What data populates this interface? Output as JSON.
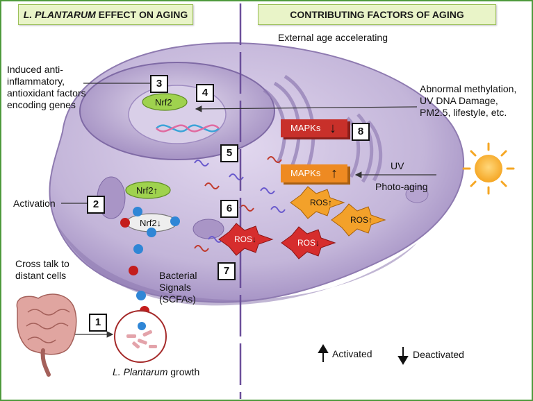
{
  "left_header": {
    "em": "L. PLANTARUM",
    "rest": " EFFECT ON AGING"
  },
  "right_header": "CONTRIBUTING FACTORS OF AGING",
  "external_age": "External age accelerating",
  "induced": [
    "Induced anti-",
    "inflammatory,",
    "antioxidant factors",
    "encoding genes"
  ],
  "abnormal": [
    "Abnormal methylation,",
    "UV DNA Damage,",
    "PM2.5, lifestyle, etc."
  ],
  "activation": "Activation",
  "cross_talk": [
    "Cross talk to",
    "distant  cells"
  ],
  "bacterial": [
    "Bacterial",
    "Signals",
    "(SCFAs)"
  ],
  "growth": {
    "em": "L. Plantarum",
    "rest": " growth"
  },
  "uv": "UV",
  "photo_aging": "Photo-aging",
  "nrf2": "Nrf2",
  "mapks": "MAPKs",
  "ros": "ROS",
  "numbers": [
    "1",
    "2",
    "3",
    "4",
    "5",
    "6",
    "7",
    "8"
  ],
  "legend": {
    "activated": "Activated",
    "deactivated": "Deactivated",
    "up": "↑",
    "down": "↓"
  },
  "colors": {
    "cell": "#c3b5d9",
    "cell_dark": "#8e7ab0",
    "mapk_red": "#c8302a",
    "mapk_orange": "#ee8a22",
    "ros_red": "#d62d2d",
    "ros_orange": "#f3a12a",
    "nrf2_green": "#9fd24e",
    "dot_blue": "#2f86d6",
    "dot_red": "#c41d1d",
    "sun": "#f5a623",
    "frame": "#4e9a3c"
  }
}
